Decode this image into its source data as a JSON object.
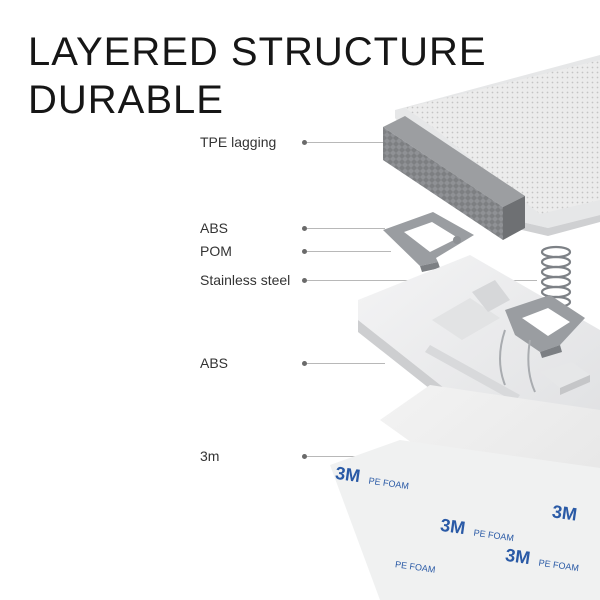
{
  "title": {
    "line1": "LAYERED STRUCTURE",
    "line2": "DURABLE"
  },
  "callouts": [
    {
      "label": "TPE lagging"
    },
    {
      "label": "ABS"
    },
    {
      "label": "POM"
    },
    {
      "label": "Stainless steel"
    },
    {
      "label": "ABS"
    },
    {
      "label": "3m"
    }
  ],
  "foam_print": {
    "brand": "3M",
    "text": "PE FOAM"
  },
  "colors": {
    "title": "#161616",
    "label": "#333333",
    "tpe": "#7d7f82",
    "clip": "#9a9da1",
    "body": "#ecedee",
    "brand": "#2a5aa6"
  }
}
